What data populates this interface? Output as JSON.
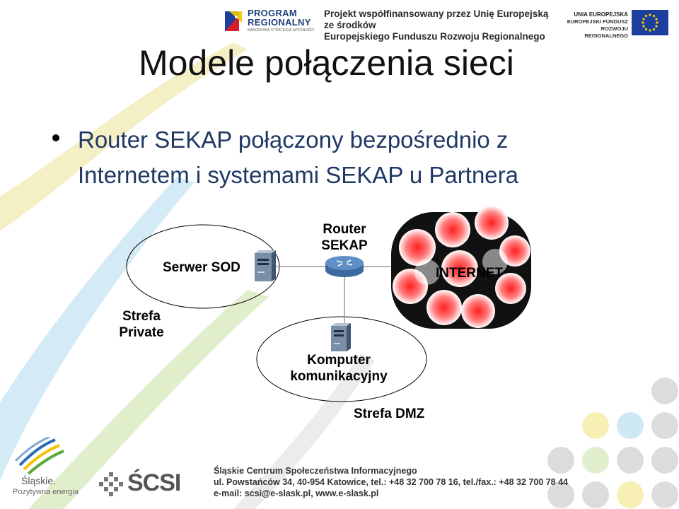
{
  "header": {
    "program_logo": {
      "line1": "PROGRAM",
      "line2": "REGIONALNY",
      "line3": "NARODOWA STRATEGIA SPÓJNOŚCI"
    },
    "caption_line1": "Projekt współfinansowany przez Unię Europejską ze środków",
    "caption_line2": "Europejskiego Funduszu Rozwoju Regionalnego",
    "ue_logo": {
      "line1": "UNIA EUROPEJSKA",
      "line2": "EUROPEJSKI FUNDUSZ",
      "line3": "ROZWOJU REGIONALNEGO"
    }
  },
  "title": "Modele połączenia sieci",
  "bullet": "Router SEKAP połączony bezpośrednio z Internetem i systemami SEKAP u Partnera",
  "diagram": {
    "server_label": "Serwer SOD",
    "router_label_line1": "Router",
    "router_label_line2": "SEKAP",
    "internet_label": "INTERNET",
    "private_zone_line1": "Strefa",
    "private_zone_line2": "Private",
    "computer_label_line1": "Komputer",
    "computer_label_line2": "komunikacyjny",
    "dmz_label": "Strefa DMZ"
  },
  "footer": {
    "slaskie_name": "Śląskie.",
    "slaskie_tagline": "Pozytywna energia",
    "scsi_logo": "ŚCSI",
    "contact_line1": "Śląskie Centrum Społeczeństwa Informacyjnego",
    "contact_line2": "ul. Powstańców 34, 40-954 Katowice, tel.: +48 32 700 78 16, tel./fax.: +48 32 700 78 44",
    "contact_line3": "e-mail: scsi@e-slask.pl, www.e-slask.pl"
  },
  "colors": {
    "bullet_text": "#203864",
    "swoosh_yellow": "#f2e9b0",
    "swoosh_blue": "#cfe6f5",
    "swoosh_green": "#dcecc4",
    "dot_grey": "#d9d9d9",
    "dot_yellow": "#f7efb0",
    "dot_blue": "#cfe8f6",
    "cloud_red": "#ff2a2a"
  },
  "icons": [
    "server-icon",
    "router-icon",
    "computer-icon",
    "internet-cloud-icon",
    "eu-flag-icon",
    "program-regionalny-flag-icon",
    "slaskie-logo-icon",
    "scsi-logo-icon"
  ]
}
